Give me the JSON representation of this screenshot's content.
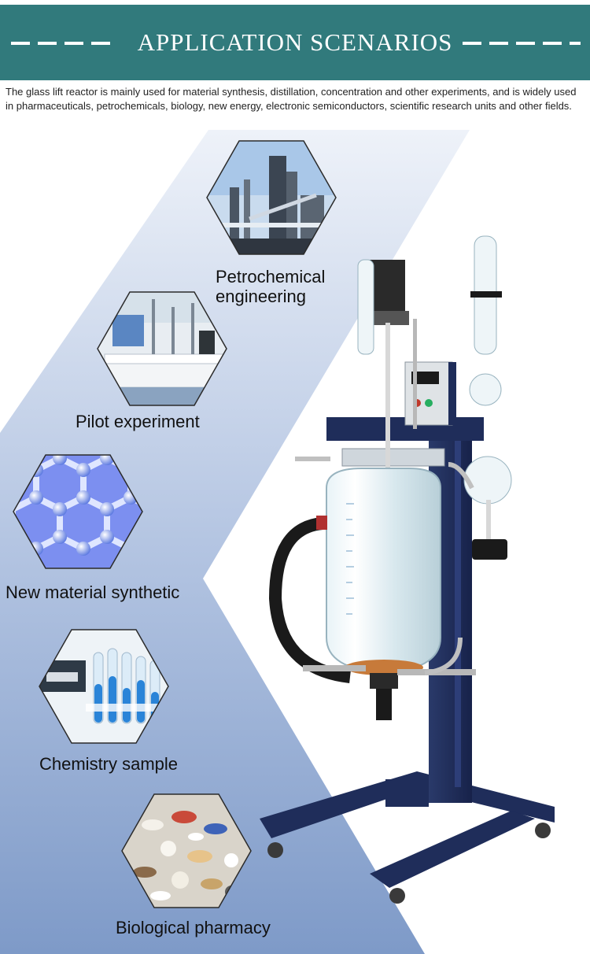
{
  "header": {
    "title": "APPLICATION SCENARIOS"
  },
  "intro": {
    "text": "The glass lift reactor is mainly used for material synthesis, distillation, concentration and other experiments, and is widely used in pharmaceuticals, petrochemicals, biology, new energy, electronic semiconductors, scientific research units and other fields."
  },
  "scenarios": [
    {
      "label_line1": "Petrochemical",
      "label_line2": "engineering",
      "icon": "refinery-photo"
    },
    {
      "label": "Pilot experiment",
      "icon": "laboratory-photo"
    },
    {
      "label": "New material synthetic",
      "icon": "molecular-lattice-photo"
    },
    {
      "label": "Chemistry sample",
      "icon": "test-tubes-photo"
    },
    {
      "label": "Biological pharmacy",
      "icon": "pills-photo"
    }
  ],
  "colors": {
    "header_bg": "#317a7c",
    "chevron_top": "#e6edf7",
    "chevron_bottom": "#7f9bc9",
    "frame_navy": "#1f2d5a"
  }
}
